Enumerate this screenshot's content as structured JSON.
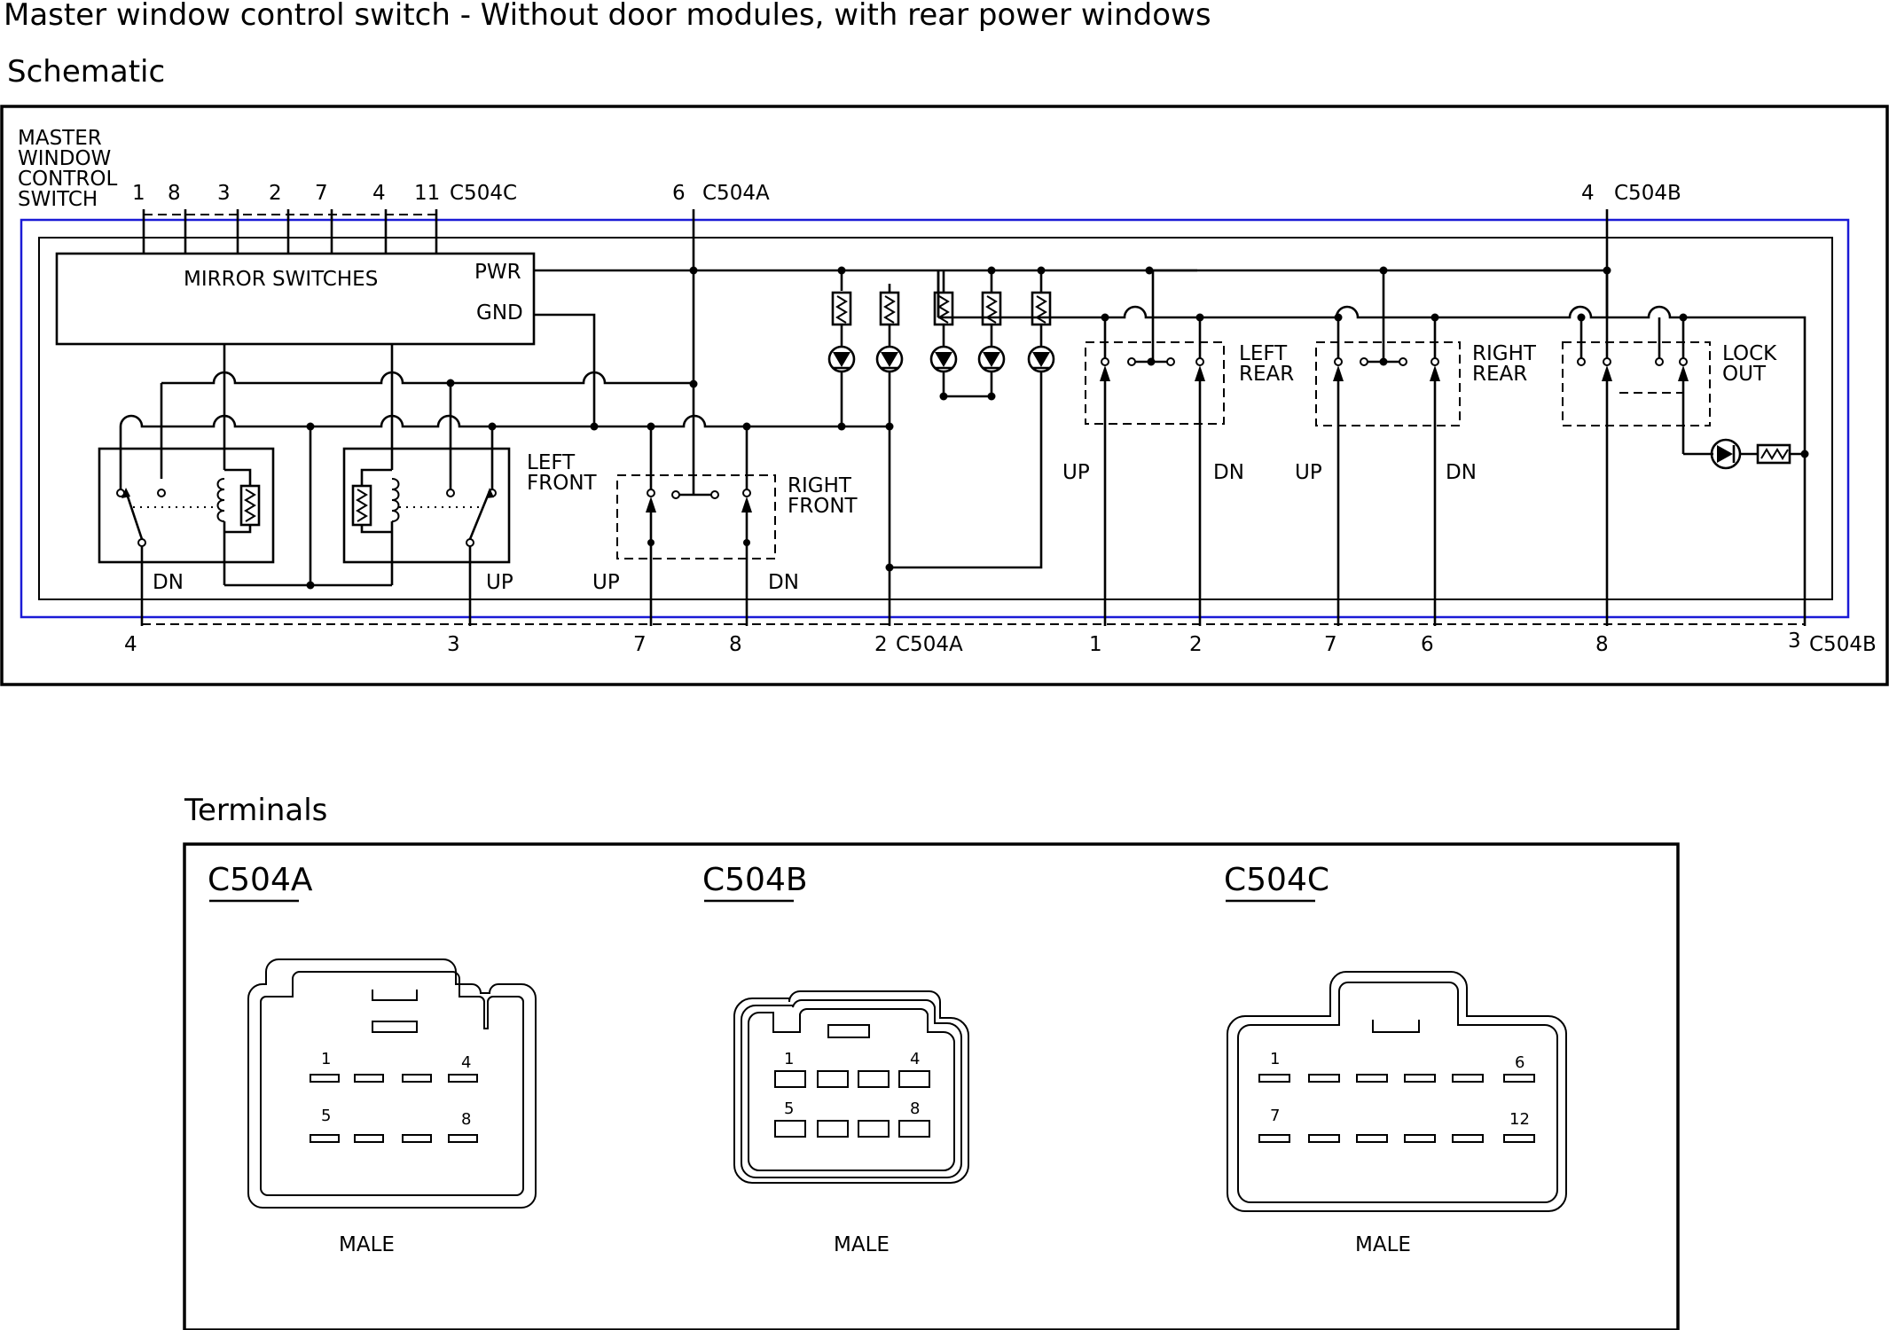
{
  "title": "Master window control switch - Without door modules, with rear power windows",
  "schematic": {
    "heading": "Schematic",
    "device_label": [
      "MASTER",
      "WINDOW",
      "CONTROL",
      "SWITCH"
    ],
    "mirror_switches": "MIRROR SWITCHES",
    "pwr": "PWR",
    "gnd": "GND",
    "left_front": [
      "LEFT",
      "FRONT"
    ],
    "right_front": [
      "RIGHT",
      "FRONT"
    ],
    "left_rear": [
      "LEFT",
      "REAR"
    ],
    "right_rear": [
      "RIGHT",
      "REAR"
    ],
    "lock_out": [
      "LOCK",
      "OUT"
    ],
    "up": "UP",
    "dn": "DN",
    "connectors": {
      "c504a": "C504A",
      "c504b": "C504B",
      "c504c": "C504C"
    },
    "top_pins_c504c": [
      "1",
      "8",
      "3",
      "2",
      "7",
      "4",
      "11"
    ],
    "top_pin_c504a": "6",
    "top_pin_c504b": "4",
    "bottom_pins": [
      "4",
      "3",
      "7",
      "8",
      "2",
      "1",
      "2",
      "7",
      "6",
      "8",
      "3"
    ]
  },
  "terminals": {
    "heading": "Terminals",
    "connectors": [
      {
        "name": "C504A",
        "gender": "MALE",
        "pin_labels": [
          "1",
          "4",
          "5",
          "8"
        ]
      },
      {
        "name": "C504B",
        "gender": "MALE",
        "pin_labels": [
          "1",
          "4",
          "5",
          "8"
        ]
      },
      {
        "name": "C504C",
        "gender": "MALE",
        "pin_labels": [
          "1",
          "6",
          "7",
          "12"
        ]
      }
    ]
  }
}
